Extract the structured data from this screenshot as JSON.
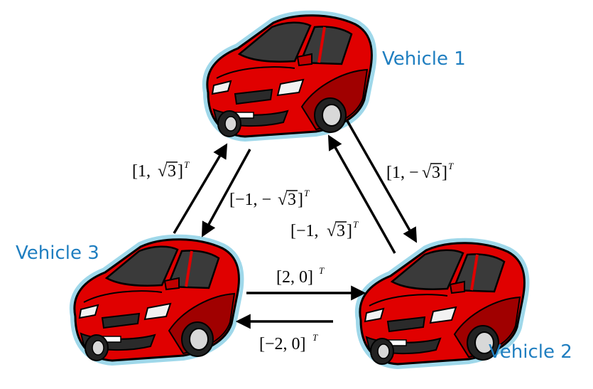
{
  "vehicles": [
    {
      "id": "vehicle-1",
      "label": "Vehicle 1"
    },
    {
      "id": "vehicle-2",
      "label": "Vehicle 2"
    },
    {
      "id": "vehicle-3",
      "label": "Vehicle 3"
    }
  ],
  "edges": {
    "v3_to_v1": {
      "body": "[1,",
      "root": "3",
      "close": "]",
      "sup": "T"
    },
    "v1_to_v3": {
      "body": "[−1, −",
      "root": "3",
      "close": "]",
      "sup": "T"
    },
    "v1_to_v2": {
      "body": "[1, −",
      "root": "3",
      "close": "]",
      "sup": "T"
    },
    "v2_to_v1": {
      "body": "[−1,",
      "root": "3",
      "close": "]",
      "sup": "T"
    },
    "v3_to_v2": {
      "body": "[2, 0]",
      "sup": "T"
    },
    "v2_to_v3": {
      "body": "[−2, 0]",
      "sup": "T"
    }
  },
  "colors": {
    "car_body": "#e00000",
    "car_shadow": "#a00000",
    "car_outline_glow": "#9fd8ea",
    "label_blue": "#1f7ec0"
  }
}
